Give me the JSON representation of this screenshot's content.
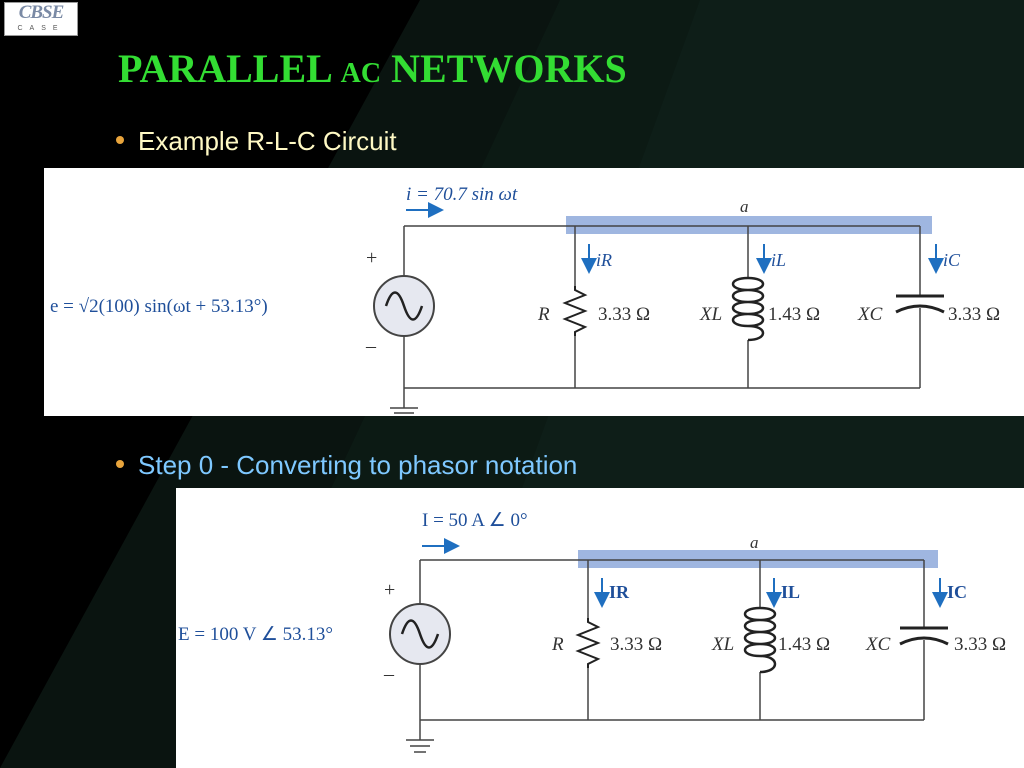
{
  "logo": {
    "text": "CBSE",
    "sub": "CASE"
  },
  "title": {
    "main_a": "PARALLEL ",
    "main_sc": "AC",
    "main_b": " NETWORKS"
  },
  "bullets": [
    {
      "text": "Example R-L-C Circuit"
    },
    {
      "text": "Step 0 - Converting to phasor notation"
    }
  ],
  "circuit1": {
    "source_current": "i  =  70.7 sin ωt",
    "node_label": "a",
    "plus": "+",
    "minus": "–",
    "source_voltage": "e  =  √2(100) sin(ωt  +  53.13°)",
    "resistor": {
      "symbol": "R",
      "value": "3.33 Ω",
      "current": "iR"
    },
    "inductor": {
      "symbol": "XL",
      "value": "1.43 Ω",
      "current": "iL"
    },
    "capacitor": {
      "symbol": "XC",
      "value": "3.33 Ω",
      "current": "iC"
    }
  },
  "circuit2": {
    "source_current": "I  =  50 A ∠ 0°",
    "node_label": "a",
    "plus": "+",
    "minus": "–",
    "source_voltage": "E  =  100 V ∠ 53.13°",
    "resistor": {
      "symbol": "R",
      "value": "3.33 Ω",
      "current": "IR"
    },
    "inductor": {
      "symbol": "XL",
      "value": "1.43 Ω",
      "current": "IL"
    },
    "capacitor": {
      "symbol": "XC",
      "value": "3.33 Ω",
      "current": "IC"
    }
  },
  "colors": {
    "title": "#33dd33",
    "bullet1": "#fff9c4",
    "bullet2": "#7ec8ff",
    "bullet_dot": "#e8a43c",
    "node_bar": "#9fb6e0",
    "arrow": "#1f6fc0",
    "label_blue": "#1f4f9a",
    "source_fill": "#e6e8f0"
  }
}
